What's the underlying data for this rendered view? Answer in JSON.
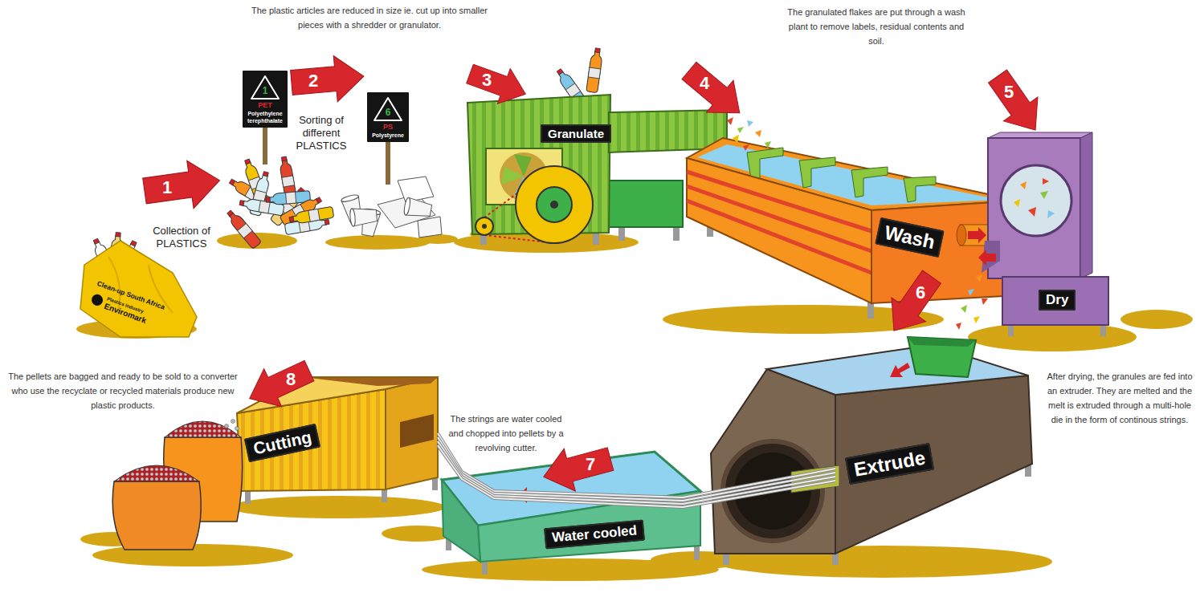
{
  "diagram": {
    "nodes": [
      {
        "text": [
          "Clean-up South Africa",
          "Plastics Industry",
          "Enviromark"
        ]
      },
      {
        "text": [
          "1",
          "PET",
          "Polyethylene terephthalate"
        ]
      },
      {
        "text": [
          "6",
          "PS",
          "Polystyrene"
        ]
      },
      {
        "text": [
          "Granulate"
        ]
      },
      {
        "text": [
          "Wash"
        ]
      },
      {
        "text": [
          "Dry"
        ]
      },
      {
        "text": [
          "Extrude"
        ]
      },
      {
        "text": [
          "Water cooled"
        ]
      },
      {
        "text": [
          "Cutting"
        ]
      }
    ],
    "labels": [
      "1",
      "Collection of PLASTICS",
      "2",
      "Sorting of different PLASTICS",
      "The plastic articles are reduced in size ie. cut up into smaller pieces with a shredder or granulator.",
      "3",
      "4",
      "The granulated flakes are put through a wash plant to remove labels, residual contents and soil.",
      "5",
      "6",
      "After drying, the granules are fed into an extruder. They are melted and the melt is extruded through a multi-hole die in the form of continous strings.",
      "7",
      "The strings are water cooled and chopped into pellets by a revolving cutter.",
      "8",
      "The pellets are bagged and ready to be sold to a converter who use the recyclate or recycled materials produce new plastic products."
    ]
  }
}
